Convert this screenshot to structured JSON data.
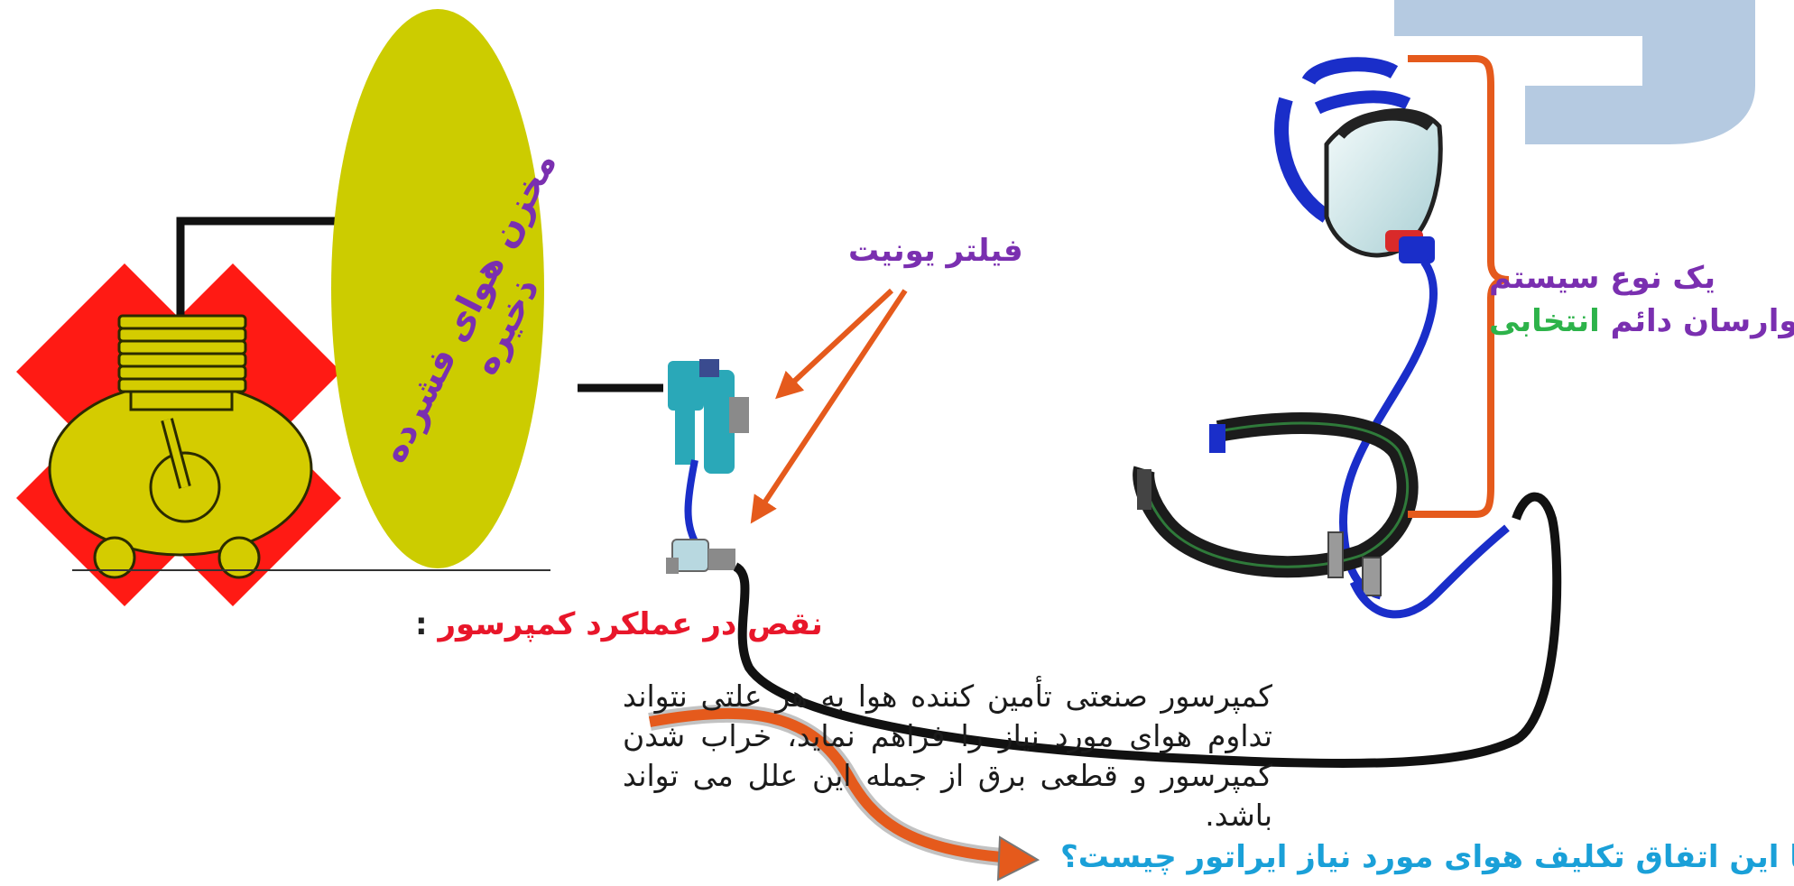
{
  "tank_label": "مخزن هوای فشرده ذخیره",
  "filter_unit_label": "فیلتر یونیت",
  "system_label": {
    "line1": "یک نوع سیستم",
    "line2_main": "هوارسان دائم",
    "line2_highlight": "انتخابی"
  },
  "defect_title": "نقص در عملکرد کمپرسور",
  "defect_title_colon": ":",
  "description": "کمپرسور صنعتی تأمین کننده هوا به هر علتی نتواند تداوم هوای مورد نیاز را فراهم نماید، خراب شدن کمپرسور و قطعی برق از جمله این علل می تواند باشد.",
  "question": "با این اتفاق تکلیف هوای مورد نیاز ایراتور چیست؟",
  "colors": {
    "compressor_red": "#ff1a14",
    "compressor_yellow": "#d4cc00",
    "tank_yellow": "#cccc00",
    "purple_text": "#7a2fb0",
    "green_text": "#2db34a",
    "red_text": "#e8162a",
    "blue_text": "#1aa0d8",
    "arrow_orange": "#e55a1c",
    "hose_blue": "#1a2ec9",
    "watermark_blue": "#a8c1dc"
  },
  "icons": [
    "compressor-icon",
    "filter-unit-icon",
    "respirator-mask-icon",
    "belt-icon"
  ]
}
